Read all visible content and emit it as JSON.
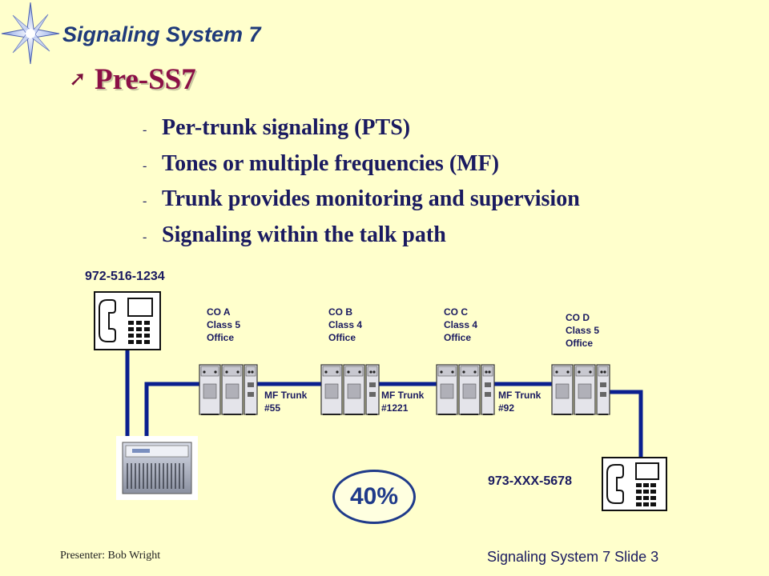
{
  "header": {
    "title": "Signaling System 7"
  },
  "main": {
    "heading": "Pre-SS7",
    "bullet_glyph": "➚",
    "bullets": [
      "Per-trunk signaling (PTS)",
      "Tones or multiple frequencies (MF)",
      "Trunk provides monitoring and supervision",
      "Signaling within the talk path"
    ],
    "dash_glyph": "-"
  },
  "diagram": {
    "phone_left_number": "972-516-1234",
    "phone_right_number": "973-XXX-5678",
    "offices": [
      {
        "name": "CO A",
        "class": "Class 5",
        "type": "Office"
      },
      {
        "name": "CO B",
        "class": "Class 4",
        "type": "Office"
      },
      {
        "name": "CO C",
        "class": "Class 4",
        "type": "Office"
      },
      {
        "name": "CO D",
        "class": "Class 5",
        "type": "Office"
      }
    ],
    "trunks": [
      {
        "label": "MF Trunk",
        "number": "#55"
      },
      {
        "label": "MF Trunk",
        "number": "#1221"
      },
      {
        "label": "MF Trunk",
        "number": "#92"
      }
    ],
    "progress_label": "40%",
    "line_color": "#0a1f8f"
  },
  "footer": {
    "presenter": "Presenter: Bob Wright",
    "slide_label": "Signaling System 7 Slide 3"
  },
  "icons": [
    "starburst-logo-icon",
    "telephone-icon",
    "switch-cabinet-icon",
    "pbx-equipment-icon"
  ]
}
